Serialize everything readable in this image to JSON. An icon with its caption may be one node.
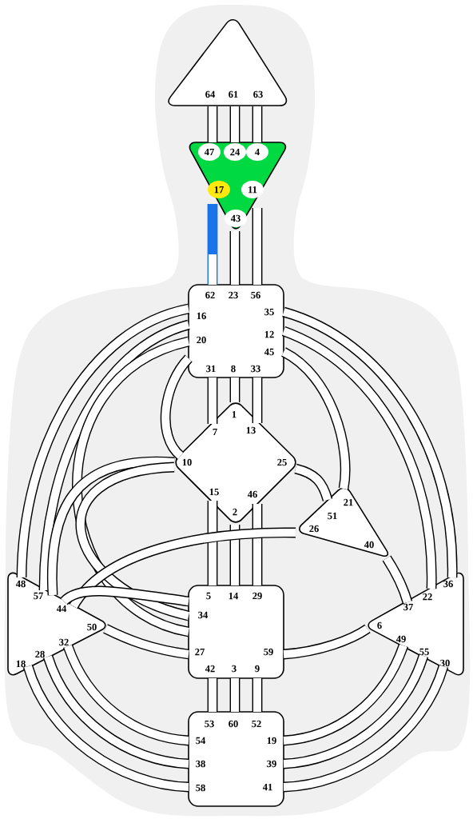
{
  "diagram": {
    "nodes": [
      {
        "text": [
          "64",
          "61",
          "63"
        ]
      },
      {
        "text": [],
        "shape": "triangle"
      },
      {
        "text": [
          "47"
        ],
        "in": 1
      },
      {
        "text": [
          "24"
        ],
        "in": 1
      },
      {
        "text": [
          "4"
        ],
        "in": 1
      },
      {
        "text": [
          "17"
        ],
        "in": 1
      },
      {
        "text": [
          "11"
        ],
        "in": 1
      },
      {
        "text": [
          "43"
        ],
        "in": 1
      },
      {
        "text": [
          "62",
          "23",
          "56",
          "16",
          "20",
          "35",
          "12",
          "45",
          "31",
          "8",
          "33"
        ]
      },
      {
        "text": [
          "1",
          "7",
          "13",
          "10",
          "25",
          "15",
          "46",
          "2"
        ]
      },
      {
        "text": [
          "21",
          "51",
          "26",
          "40"
        ]
      },
      {
        "text": [
          "48",
          "57",
          "44",
          "50",
          "32",
          "28",
          "18"
        ]
      },
      {
        "text": [
          "5",
          "14",
          "29",
          "34",
          "27",
          "59",
          "42",
          "3",
          "9"
        ]
      },
      {
        "text": [
          "36",
          "22",
          "37",
          "6",
          "49",
          "55",
          "30"
        ]
      },
      {
        "text": [
          "53",
          "60",
          "52",
          "54",
          "38",
          "58",
          "19",
          "39",
          "41"
        ]
      }
    ],
    "edges": [
      {
        "from": 0,
        "to": 1,
        "arrow": "none"
      },
      {
        "from": 0,
        "to": 1,
        "arrow": "none"
      },
      {
        "from": 0,
        "to": 1,
        "arrow": "none"
      },
      {
        "from": 1,
        "to": 8,
        "arrow": "none",
        "color": "#1a73e8"
      },
      {
        "from": 1,
        "to": 8,
        "arrow": "none"
      },
      {
        "from": 1,
        "to": 8,
        "arrow": "none"
      },
      {
        "from": 8,
        "to": 9,
        "arrow": "none"
      },
      {
        "from": 8,
        "to": 9,
        "arrow": "none"
      },
      {
        "from": 8,
        "to": 9,
        "arrow": "none"
      },
      {
        "from": 8,
        "to": 11,
        "arrow": "none"
      },
      {
        "from": 8,
        "to": 11,
        "arrow": "none"
      },
      {
        "from": 8,
        "to": 9,
        "arrow": "none"
      },
      {
        "from": 8,
        "to": 12,
        "arrow": "none"
      },
      {
        "from": 8,
        "to": 13,
        "arrow": "none"
      },
      {
        "from": 8,
        "to": 13,
        "arrow": "none"
      },
      {
        "from": 8,
        "to": 10,
        "arrow": "none"
      },
      {
        "from": 9,
        "to": 10,
        "arrow": "none"
      },
      {
        "from": 9,
        "to": 11,
        "arrow": "none"
      },
      {
        "from": 9,
        "to": 12,
        "arrow": "none"
      },
      {
        "from": 9,
        "to": 12,
        "arrow": "none"
      },
      {
        "from": 9,
        "to": 12,
        "arrow": "none"
      },
      {
        "from": 9,
        "to": 12,
        "arrow": "none"
      },
      {
        "from": 10,
        "to": 11,
        "arrow": "none"
      },
      {
        "from": 10,
        "to": 13,
        "arrow": "none"
      },
      {
        "from": 12,
        "to": 11,
        "arrow": "none"
      },
      {
        "from": 12,
        "to": 11,
        "arrow": "none"
      },
      {
        "from": 12,
        "to": 13,
        "arrow": "none"
      },
      {
        "from": 12,
        "to": 14,
        "arrow": "none"
      },
      {
        "from": 12,
        "to": 14,
        "arrow": "none"
      },
      {
        "from": 12,
        "to": 14,
        "arrow": "none"
      },
      {
        "from": 11,
        "to": 14,
        "arrow": "none"
      },
      {
        "from": 11,
        "to": 14,
        "arrow": "none"
      },
      {
        "from": 11,
        "to": 14,
        "arrow": "none"
      },
      {
        "from": 13,
        "to": 14,
        "arrow": "none"
      },
      {
        "from": 13,
        "to": 14,
        "arrow": "none"
      },
      {
        "from": 13,
        "to": 14,
        "arrow": "none"
      }
    ]
  }
}
